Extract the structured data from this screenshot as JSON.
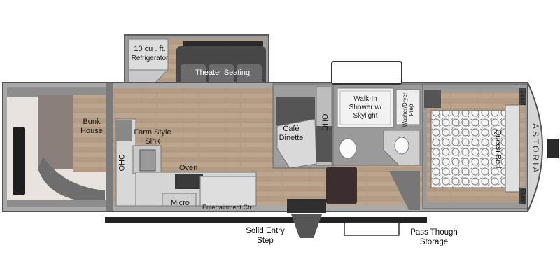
{
  "brand": "ASTORIA",
  "labels": {
    "refrigerator_1": "10 cu . ft.",
    "refrigerator_2": "Refrigerator",
    "theater_seating": "Theater Seating",
    "bunk_house_1": "Bunk",
    "bunk_house_2": "House",
    "farm_sink_1": "Farm Style",
    "farm_sink_2": "Sink",
    "ohc_kitchen": "OHC",
    "oven": "Oven",
    "micro": "Micro",
    "entertainment": "Entertainment Ctr.",
    "cafe_dinette_1": "Café",
    "cafe_dinette_2": "Dinette",
    "ohc_dinette": "OHC",
    "shower_1": "Walk-In",
    "shower_2": "Shower w/",
    "shower_3": "Skylight",
    "washer_dryer_1": "Washer/Dryer",
    "washer_dryer_2": "Prep",
    "queen_bed": "Queen Bed",
    "closet_top": "Closet",
    "closet_bottom": "Closet",
    "entry_step_1": "Solid Entry",
    "entry_step_2": "Step",
    "storage_1": "Pass Though",
    "storage_2": "Storage"
  },
  "colors": {
    "wall": "#8f8f8f",
    "wall_dark": "#5c5c5c",
    "floor": "#b9a28c",
    "carpet": "#e6e1dc",
    "counter": "#d9d9d9",
    "sofa": "#4a4a4a",
    "bed": "#f4f4f4"
  }
}
